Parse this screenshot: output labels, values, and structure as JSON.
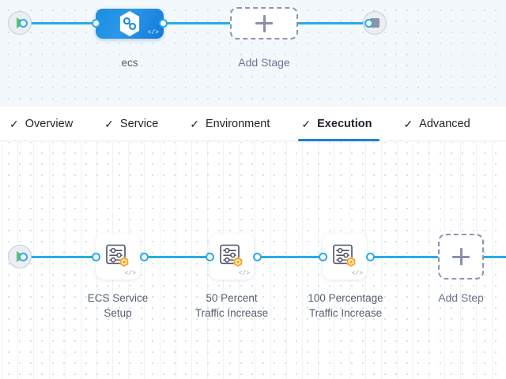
{
  "stage_canvas": {
    "start_node": {
      "name": "start-node",
      "icon": "play-icon"
    },
    "stop_node": {
      "name": "stop-node",
      "icon": "stop-square-icon"
    },
    "stage": {
      "label": "ecs",
      "icon": "hexagon-link-icon",
      "code_glyph": "</>",
      "color": "#1f8de2"
    },
    "add_stage": {
      "label": "Add Stage",
      "icon": "plus-icon"
    }
  },
  "tabs": {
    "check_glyph": "✓",
    "items": [
      {
        "label": "Overview",
        "active": false,
        "checked": true
      },
      {
        "label": "Service",
        "active": false,
        "checked": true
      },
      {
        "label": "Environment",
        "active": false,
        "checked": true
      },
      {
        "label": "Execution",
        "active": true,
        "checked": true
      },
      {
        "label": "Advanced",
        "active": false,
        "checked": true
      }
    ],
    "active_underline_color": "#1f7fd0"
  },
  "execution_canvas": {
    "start_node": {
      "name": "start-node",
      "icon": "play-icon"
    },
    "steps": [
      {
        "label": "ECS Service\nSetup",
        "icon": "sliders-hexagon-icon",
        "code_glyph": "</>",
        "badge_color": "#f5a623"
      },
      {
        "label": "50 Percent\nTraffic Increase",
        "icon": "sliders-hexagon-icon",
        "code_glyph": "</>",
        "badge_color": "#f5a623"
      },
      {
        "label": "100 Percentage\nTraffic Increase",
        "icon": "sliders-hexagon-icon",
        "code_glyph": "</>",
        "badge_color": "#f5a623"
      }
    ],
    "add_step": {
      "label": "Add Step",
      "icon": "plus-icon"
    },
    "wire_color": "#29abe8"
  }
}
